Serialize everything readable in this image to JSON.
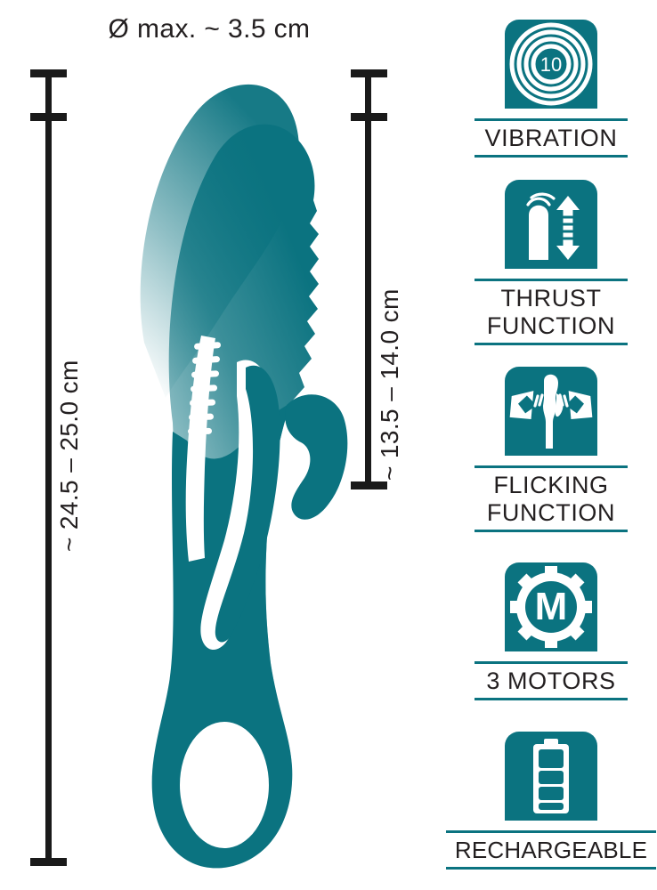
{
  "colors": {
    "teal": "#0b7380",
    "ink": "#231f20",
    "background": "#ffffff"
  },
  "dimensions": {
    "diameter_label": "Ø max. ~ 3.5 cm",
    "total_length_label": "~ 24.5 – 25.0 cm",
    "insertable_length_label": "~ 13.5 – 14.0 cm"
  },
  "product": {
    "name": "rabbit-vibrator-silhouette",
    "color": "#0b7380"
  },
  "features": [
    {
      "icon": "vibration-rings-icon",
      "icon_value": "10",
      "caption_lines": [
        "VIBRATION"
      ]
    },
    {
      "icon": "thrust-arrow-icon",
      "caption_lines": [
        "THRUST",
        "FUNCTION"
      ]
    },
    {
      "icon": "flicking-arrows-icon",
      "caption_lines": [
        "FLICKING",
        "FUNCTION"
      ]
    },
    {
      "icon": "motor-gear-icon",
      "icon_value": "M",
      "caption_lines": [
        "3 MOTORS"
      ]
    },
    {
      "icon": "battery-icon",
      "caption_lines": [
        "RECHARGEABLE"
      ]
    }
  ]
}
